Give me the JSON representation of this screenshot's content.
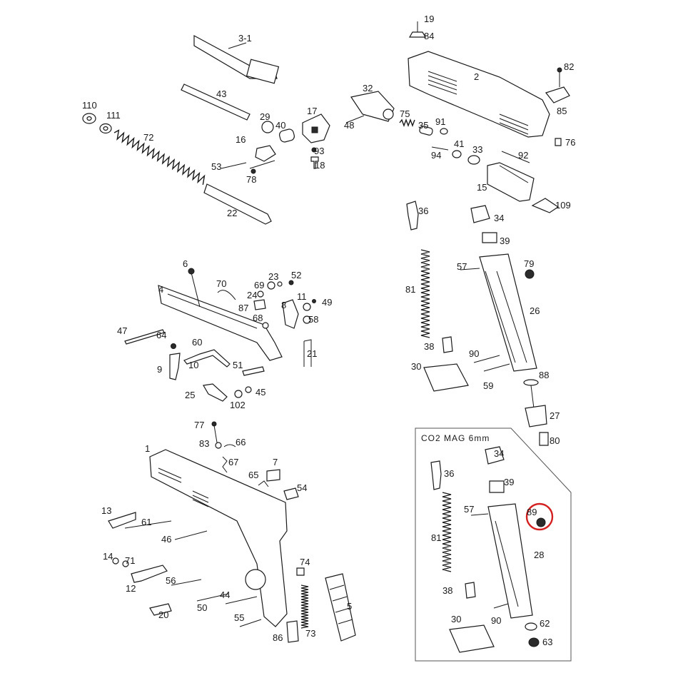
{
  "diagram": {
    "inset_title": "CO2 MAG 6mm",
    "highlight_color": "#d32020",
    "labels": {
      "p3_1": "3-1",
      "p43": "43",
      "p29": "29",
      "p40": "40",
      "p17": "17",
      "p110": "110",
      "p111": "111",
      "p72": "72",
      "p16": "16",
      "p93": "93",
      "p53": "53",
      "p78": "78",
      "p18": "18",
      "p22": "22",
      "p19": "19",
      "p84": "84",
      "p2": "2",
      "p82": "82",
      "p85": "85",
      "p76": "76",
      "p32": "32",
      "p75": "75",
      "p35": "35",
      "p91": "91",
      "p48": "48",
      "p41": "41",
      "p33": "33",
      "p94": "94",
      "p92": "92",
      "p15": "15",
      "p109": "109",
      "p6": "6",
      "p70": "70",
      "p23": "23",
      "p52": "52",
      "p4": "4",
      "p69": "69",
      "p24": "24",
      "p87": "87",
      "p11": "11",
      "p49": "49",
      "p68": "68",
      "p8": "8",
      "p58": "58",
      "p47": "47",
      "p64": "64",
      "p60": "60",
      "p21": "21",
      "p9": "9",
      "p10": "10",
      "p51": "51",
      "p25": "25",
      "p102": "102",
      "p45": "45",
      "p36": "36",
      "p34": "34",
      "p39": "39",
      "p57": "57",
      "p79": "79",
      "p81": "81",
      "p26": "26",
      "p38": "38",
      "p90": "90",
      "p30": "30",
      "p59": "59",
      "p88": "88",
      "p27": "27",
      "p80": "80",
      "p77": "77",
      "p83": "83",
      "p66": "66",
      "p1": "1",
      "p67": "67",
      "p7": "7",
      "p65": "65",
      "p54": "54",
      "p13": "13",
      "p61": "61",
      "p46": "46",
      "p14": "14",
      "p71": "71",
      "p74": "74",
      "p12": "12",
      "p56": "56",
      "p44": "44",
      "p50": "50",
      "p20": "20",
      "p55": "55",
      "p73": "73",
      "p5": "5",
      "p86": "86",
      "i36": "36",
      "i34": "34",
      "i39": "39",
      "i57": "57",
      "i89": "89",
      "i81": "81",
      "i28": "28",
      "i38": "38",
      "i90": "90",
      "i30": "30",
      "i62": "62",
      "i63": "63"
    }
  }
}
